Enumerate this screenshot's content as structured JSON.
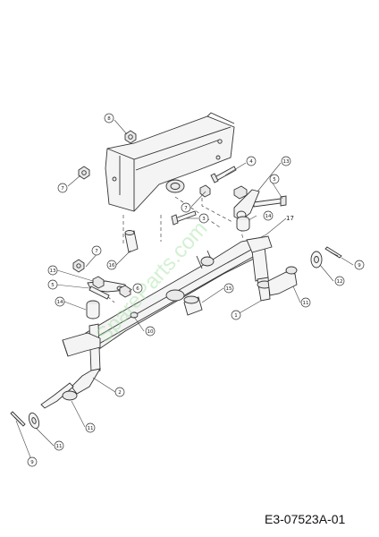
{
  "diagram": {
    "callouts": {
      "c8": "8",
      "c7a": "7",
      "c4": "4",
      "c13a": "13",
      "c5a": "5",
      "c7b": "7",
      "c3": "3",
      "c14a": "14",
      "c17": "17",
      "c7c": "7",
      "c16": "16",
      "c12": "12",
      "c9a": "9",
      "c13b": "13",
      "c5b": "5",
      "c6": "6",
      "c15": "15",
      "c14b": "14",
      "c11a": "11",
      "c1": "1",
      "c10": "10",
      "c2": "2",
      "c11b": "11",
      "c11c": "11",
      "c9b": "9"
    },
    "watermark": "SpareParts.com",
    "drawing_id": "E3-07523A-01"
  }
}
